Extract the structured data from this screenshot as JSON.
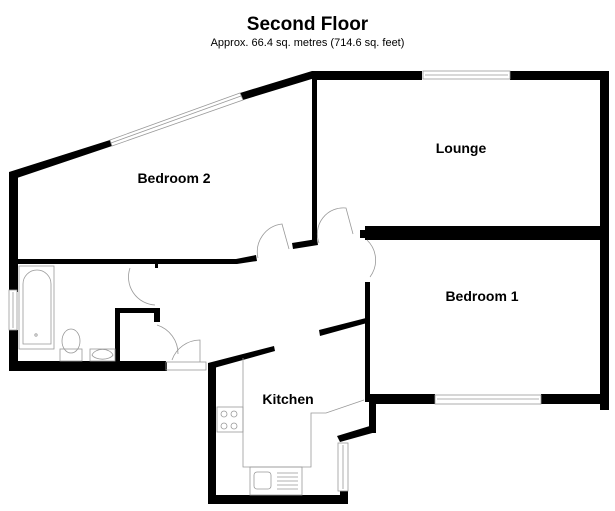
{
  "header": {
    "title": "Second Floor",
    "subtitle": "Approx. 66.4 sq. metres (714.6 sq. feet)"
  },
  "rooms": [
    {
      "id": "bedroom-2",
      "label": "Bedroom 2"
    },
    {
      "id": "lounge",
      "label": "Lounge"
    },
    {
      "id": "bedroom-1",
      "label": "Bedroom 1"
    },
    {
      "id": "kitchen",
      "label": "Kitchen"
    },
    {
      "id": "bathroom",
      "label": ""
    }
  ],
  "colors": {
    "wall": "#000000",
    "fixture": "#999999",
    "background": "#ffffff"
  }
}
